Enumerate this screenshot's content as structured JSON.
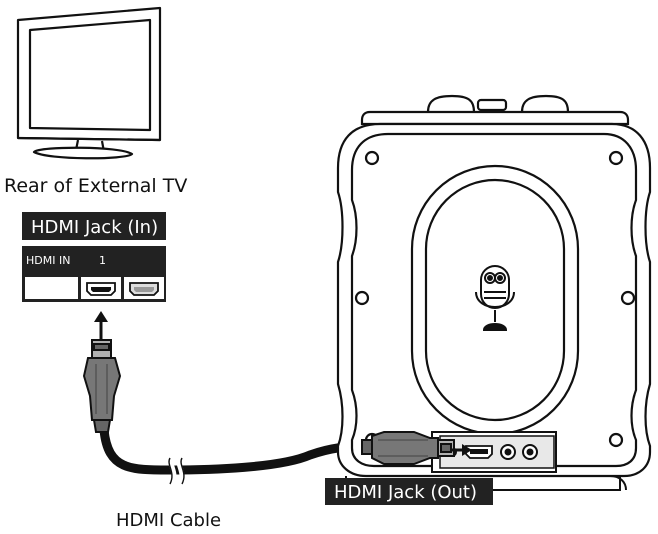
{
  "tv": {
    "caption": "Rear of External TV"
  },
  "tv_panel": {
    "title": "HDMI Jack (In)",
    "port_label": "HDMI IN",
    "port_number": "1"
  },
  "cable": {
    "caption": "HDMI Cable"
  },
  "speaker": {
    "jack_label": "HDMI Jack (Out)"
  },
  "icons": {
    "microphone": "karaoke-microphone-icon",
    "arrow": "arrow-icon"
  },
  "colors": {
    "line": "#111111",
    "label_bg": "#222222",
    "plug": "#777777",
    "plug_light": "#b0b0b0"
  }
}
